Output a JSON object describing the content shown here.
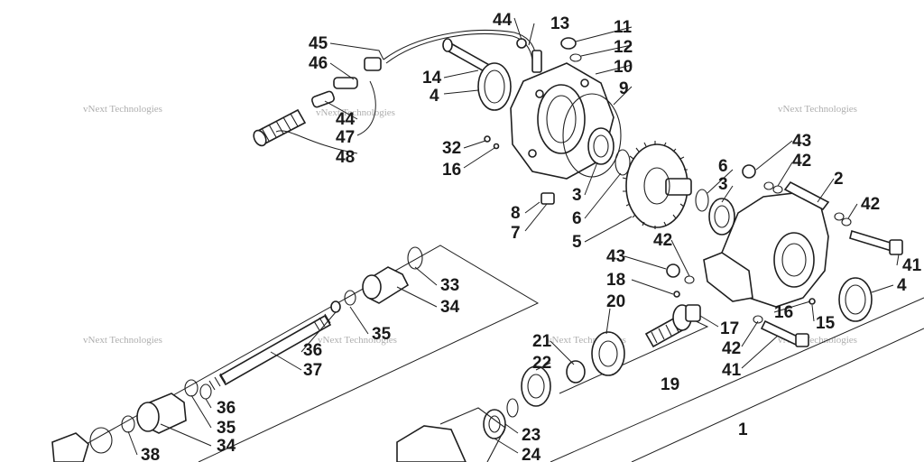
{
  "diagram": {
    "callouts": [
      {
        "id": "44a",
        "label": "44"
      },
      {
        "id": "13",
        "label": "13"
      },
      {
        "id": "11",
        "label": "11"
      },
      {
        "id": "12",
        "label": "12"
      },
      {
        "id": "10",
        "label": "10"
      },
      {
        "id": "9",
        "label": "9"
      },
      {
        "id": "45",
        "label": "45"
      },
      {
        "id": "46",
        "label": "46"
      },
      {
        "id": "14",
        "label": "14"
      },
      {
        "id": "4a",
        "label": "4"
      },
      {
        "id": "44b",
        "label": "44"
      },
      {
        "id": "47",
        "label": "47"
      },
      {
        "id": "48",
        "label": "48"
      },
      {
        "id": "32",
        "label": "32"
      },
      {
        "id": "16a",
        "label": "16"
      },
      {
        "id": "3a",
        "label": "3"
      },
      {
        "id": "6a",
        "label": "6"
      },
      {
        "id": "5",
        "label": "5"
      },
      {
        "id": "8",
        "label": "8"
      },
      {
        "id": "7",
        "label": "7"
      },
      {
        "id": "6b",
        "label": "6"
      },
      {
        "id": "3b",
        "label": "3"
      },
      {
        "id": "43a",
        "label": "43"
      },
      {
        "id": "42a",
        "label": "42"
      },
      {
        "id": "2",
        "label": "2"
      },
      {
        "id": "42b",
        "label": "42"
      },
      {
        "id": "41a",
        "label": "41"
      },
      {
        "id": "43b",
        "label": "43"
      },
      {
        "id": "42c",
        "label": "42"
      },
      {
        "id": "18",
        "label": "18"
      },
      {
        "id": "4b",
        "label": "4"
      },
      {
        "id": "16b",
        "label": "16"
      },
      {
        "id": "15",
        "label": "15"
      },
      {
        "id": "20",
        "label": "20"
      },
      {
        "id": "17",
        "label": "17"
      },
      {
        "id": "42d",
        "label": "42"
      },
      {
        "id": "41b",
        "label": "41"
      },
      {
        "id": "33",
        "label": "33"
      },
      {
        "id": "34a",
        "label": "34"
      },
      {
        "id": "35a",
        "label": "35"
      },
      {
        "id": "36a",
        "label": "36"
      },
      {
        "id": "37",
        "label": "37"
      },
      {
        "id": "21",
        "label": "21"
      },
      {
        "id": "22",
        "label": "22"
      },
      {
        "id": "19",
        "label": "19"
      },
      {
        "id": "1",
        "label": "1"
      },
      {
        "id": "36b",
        "label": "36"
      },
      {
        "id": "35b",
        "label": "35"
      },
      {
        "id": "34b",
        "label": "34"
      },
      {
        "id": "38",
        "label": "38"
      },
      {
        "id": "23",
        "label": "23"
      },
      {
        "id": "24",
        "label": "24"
      }
    ],
    "watermark_text": "vNext Technologies"
  }
}
